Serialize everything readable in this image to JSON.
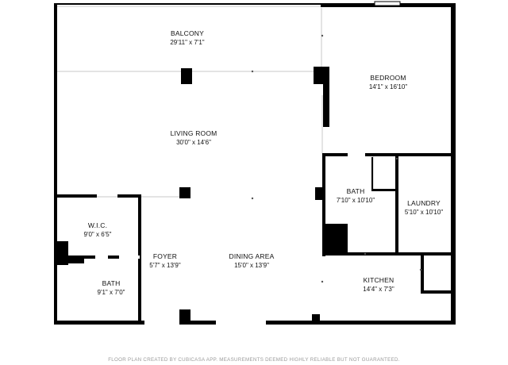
{
  "rooms": {
    "balcony": {
      "name": "BALCONY",
      "dim": "29'11\" x 7'1\""
    },
    "bedroom": {
      "name": "BEDROOM",
      "dim": "14'1\" x 16'10\""
    },
    "living": {
      "name": "LIVING ROOM",
      "dim": "30'0\" x 14'6\""
    },
    "bath1": {
      "name": "BATH",
      "dim": "7'10\" x 10'10\""
    },
    "laundry": {
      "name": "LAUNDRY",
      "dim": "5'10\" x 10'10\""
    },
    "wic": {
      "name": "W.I.C.",
      "dim": "9'0\" x 6'5\""
    },
    "foyer": {
      "name": "FOYER",
      "dim": "5'7\" x 13'9\""
    },
    "dining": {
      "name": "DINING AREA",
      "dim": "15'0\" x 13'9\""
    },
    "bath2": {
      "name": "BATH",
      "dim": "9'1\" x 7'0\""
    },
    "kitchen": {
      "name": "KITCHEN",
      "dim": "14'4\" x 7'3\""
    }
  },
  "footer": "FLOOR PLAN CREATED BY CUBICASA APP. MEASUREMENTS DEEMED HIGHLY RELIABLE BUT NOT GUARANTEED."
}
